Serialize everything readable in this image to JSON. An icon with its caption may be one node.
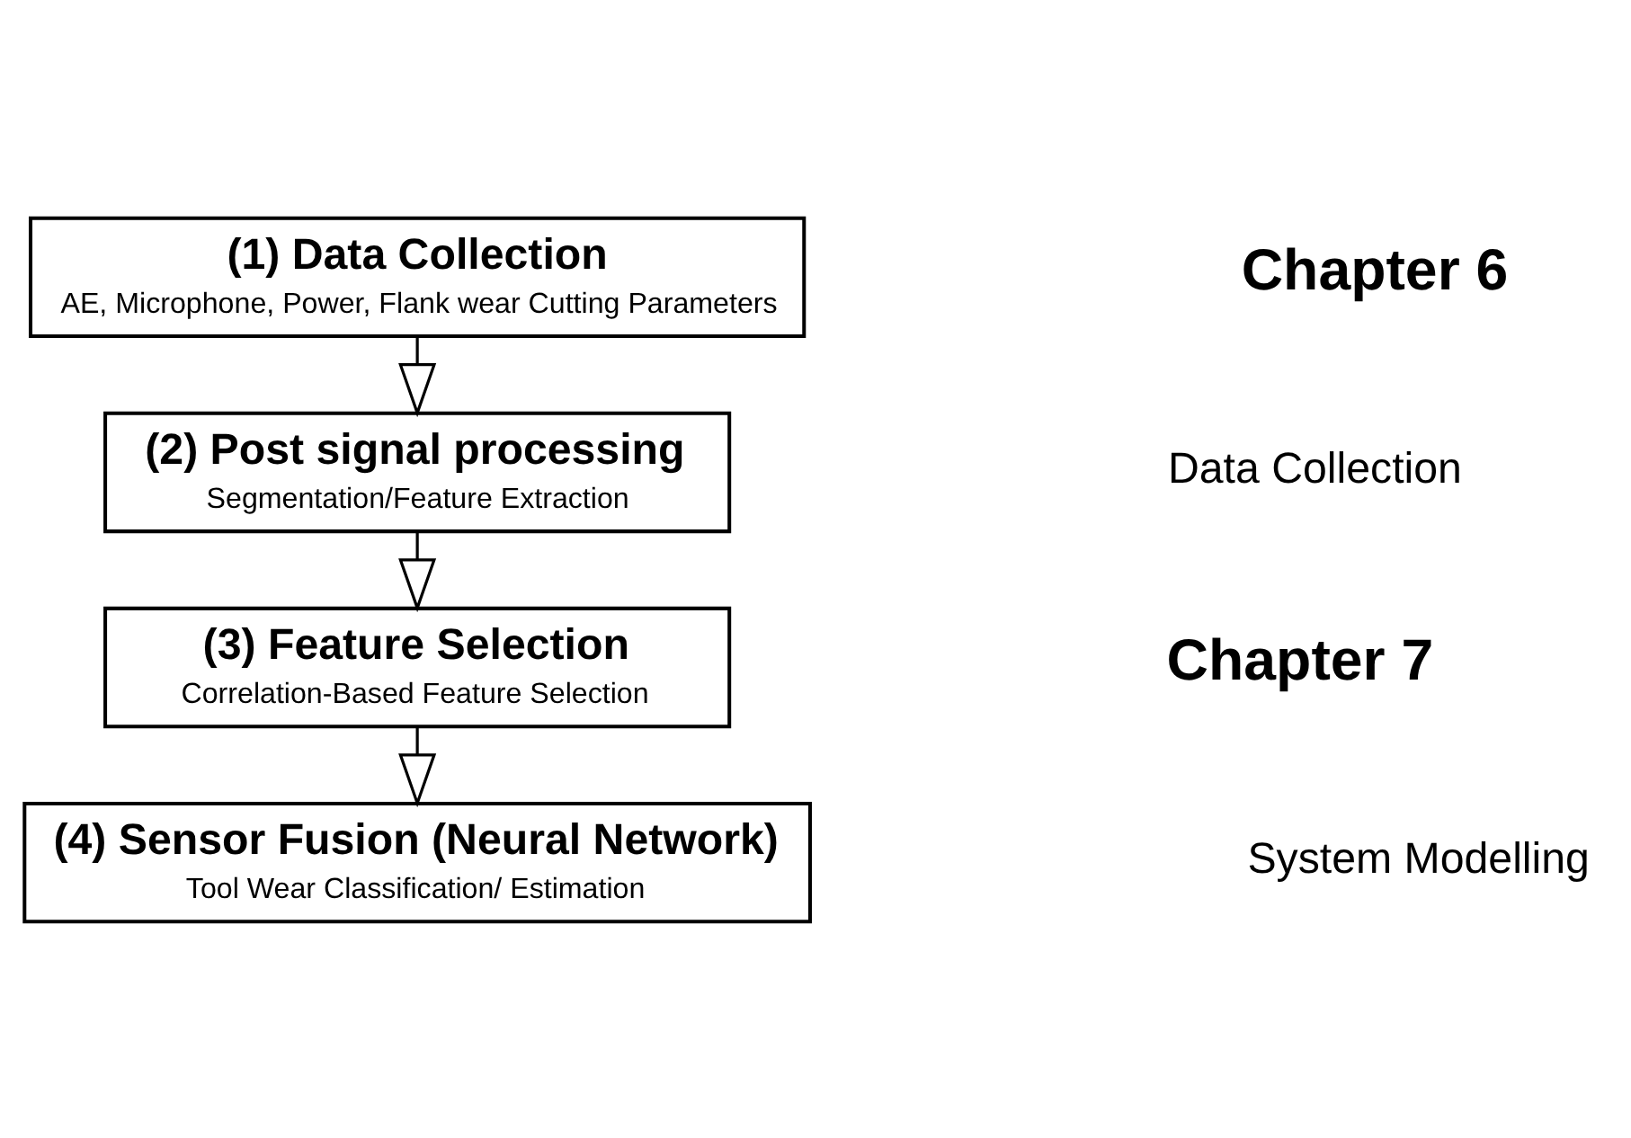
{
  "diagram": {
    "nodes": [
      {
        "text": [
          "(1) Data Collection",
          "AE, Microphone, Power, Flank wear Cutting Parameters"
        ]
      },
      {
        "text": [
          "(2) Post signal processing",
          "Segmentation/Feature Extraction"
        ]
      },
      {
        "text": [
          "(3) Feature Selection",
          "Correlation-Based Feature Selection"
        ]
      },
      {
        "text": [
          "(4) Sensor Fusion (Neural Network)",
          "Tool Wear Classification/ Estimation"
        ]
      }
    ],
    "edges": [
      {
        "from": 0,
        "to": 1,
        "arrow": "to"
      },
      {
        "from": 1,
        "to": 2,
        "arrow": "to"
      },
      {
        "from": 2,
        "to": 3,
        "arrow": "to"
      }
    ],
    "labels": [
      "Chapter 6",
      "Data Collection",
      "Chapter 7",
      "System Modelling"
    ]
  }
}
